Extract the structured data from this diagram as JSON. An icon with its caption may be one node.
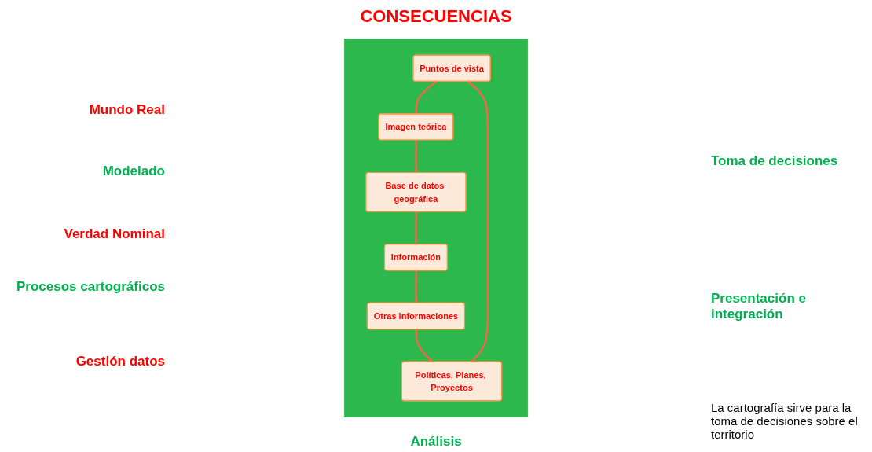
{
  "diagram": {
    "title": "CONSECUENCIAS",
    "nodes": [
      {
        "text": [],
        "shape": "box"
      },
      {
        "text": [
          "Puntos de vista"
        ],
        "in": 0
      },
      {
        "text": [
          "Políticas, Planes, Proyectos"
        ],
        "in": 0
      },
      {
        "text": [
          "Imagen teórica"
        ],
        "in": 0
      },
      {
        "text": [
          "Otras informaciones"
        ],
        "in": 0
      },
      {
        "text": [
          "Base de datos geográfica"
        ],
        "in": 0
      },
      {
        "text": [
          "Información"
        ],
        "in": 0
      }
    ],
    "edges": [
      {
        "from": 2,
        "to": 1,
        "arrow": "to"
      },
      {
        "from": 1,
        "to": 3,
        "arrow": "to"
      },
      {
        "from": 3,
        "to": 5,
        "arrow": "to"
      },
      {
        "from": 5,
        "to": 6,
        "arrow": "to"
      },
      {
        "from": 6,
        "to": 4,
        "arrow": "to"
      },
      {
        "from": 4,
        "to": 2,
        "arrow": "to"
      }
    ],
    "labels": [
      "Mundo Real",
      "Modelado",
      "Verdad Nominal",
      "Procesos cartográficos",
      "Gestión datos",
      "Toma de decisiones",
      "Presentación e integración",
      "Análisis",
      "La cartografía sirve para la toma de decisiones sobre el territorio"
    ]
  }
}
